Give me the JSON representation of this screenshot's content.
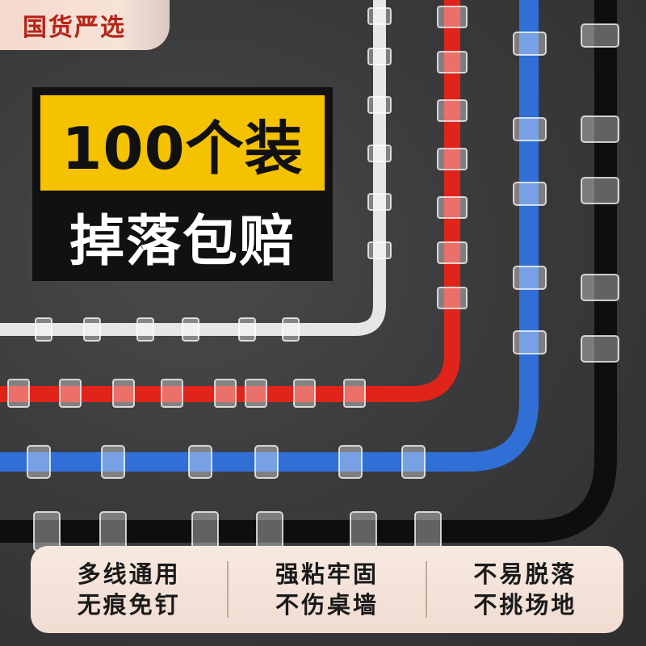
{
  "brand": {
    "label": "国货严选"
  },
  "promo": {
    "headline": "100个装",
    "subline": "掉落包赔"
  },
  "features": [
    {
      "line1": "多线通用",
      "line2": "无痕免钉"
    },
    {
      "line1": "强粘牢固",
      "line2": "不伤桌墙"
    },
    {
      "line1": "不易脱落",
      "line2": "不挑场地"
    }
  ],
  "colors": {
    "brand_text": "#b32418",
    "promo_yellow": "#f5c200",
    "cable_white": "#e8e8e8",
    "cable_red": "#e0241a",
    "cable_blue": "#2f6fd6",
    "cable_black": "#111111"
  }
}
